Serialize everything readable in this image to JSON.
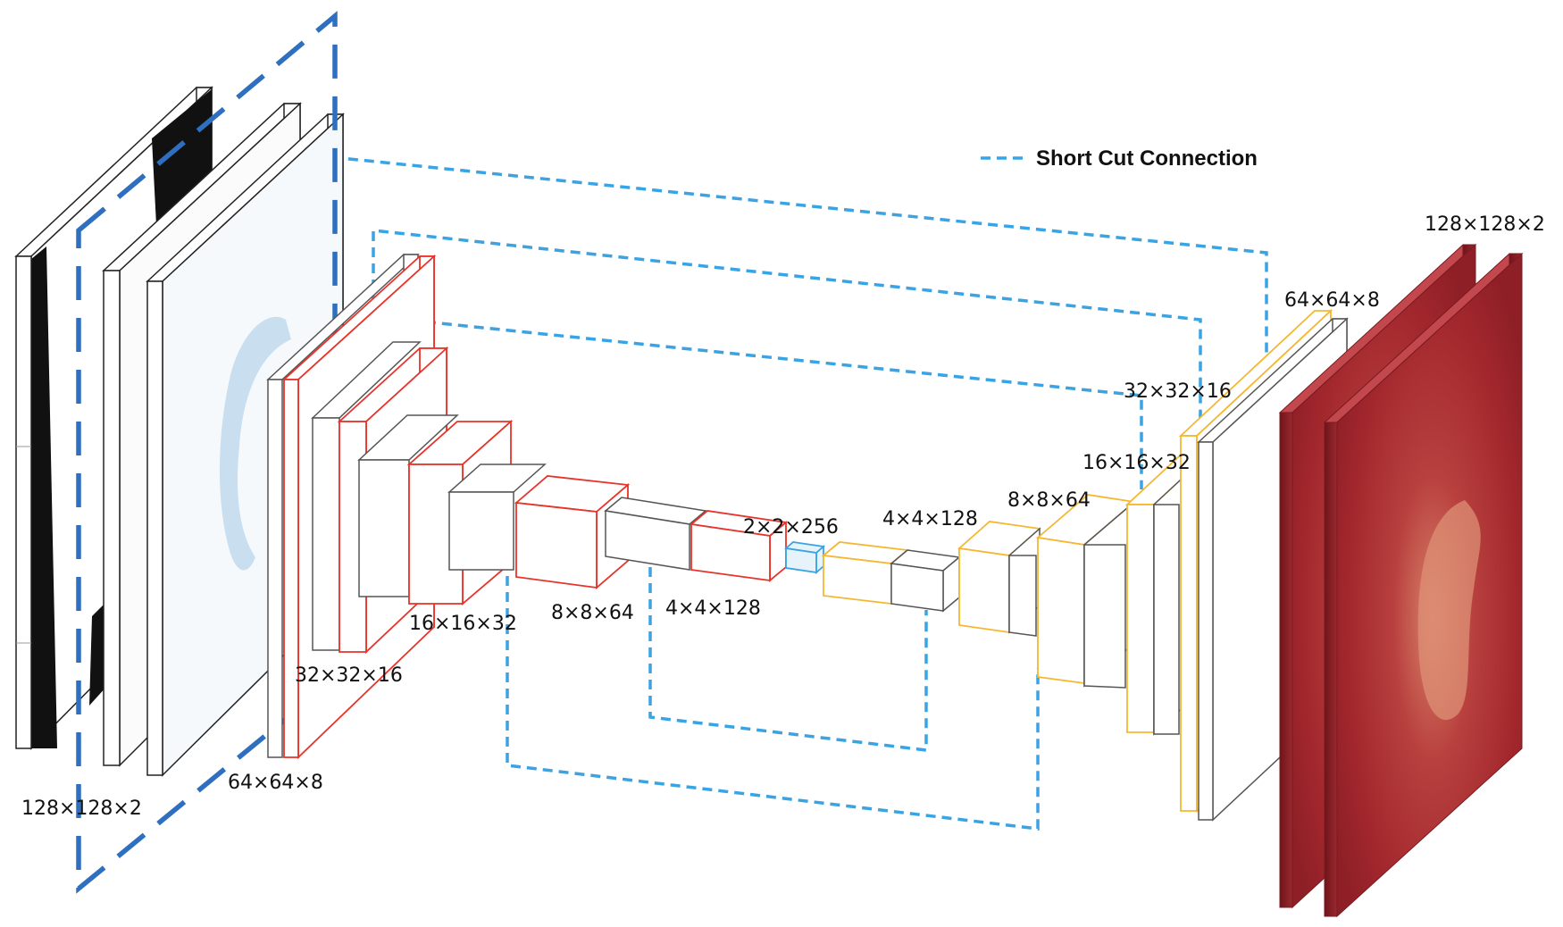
{
  "legend": {
    "label": "Short Cut Connection"
  },
  "labels": {
    "input": "128×128×2",
    "enc1": "64×64×8",
    "enc2": "32×32×16",
    "enc3": "16×16×32",
    "enc4": "8×8×64",
    "enc5": "4×4×128",
    "bottleneck": "2×2×256",
    "dec1": "4×4×128",
    "dec2": "8×8×64",
    "dec3": "16×16×32",
    "dec4": "32×32×16",
    "dec5": "64×64×8",
    "output": "128×128×2"
  },
  "colors": {
    "encoder_outline": "#e8332a",
    "decoder_outline": "#f5b731",
    "neutral_outline": "#555555",
    "shortcut": "#3aa3e3",
    "input_frame": "#2f6fbf",
    "bottleneck_outline": "#3aa3e3",
    "output_dark": "#8e1f26",
    "output_light": "#d9826a"
  }
}
